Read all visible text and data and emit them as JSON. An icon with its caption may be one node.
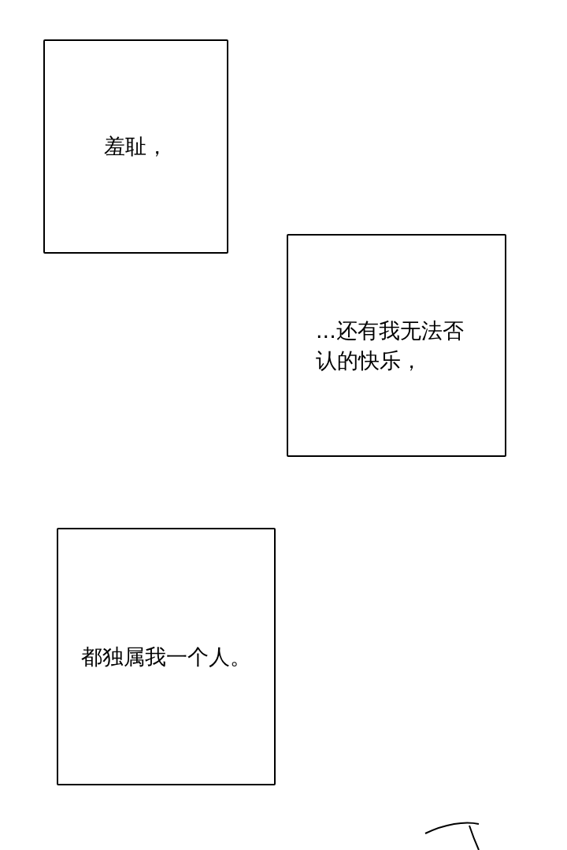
{
  "diagram": {
    "nodes": [
      {
        "text": [
          "羞耻，"
        ]
      },
      {
        "text": [
          "...还有我无法否认的快乐，"
        ]
      },
      {
        "text": [
          "都独属我一个人。"
        ]
      }
    ]
  }
}
